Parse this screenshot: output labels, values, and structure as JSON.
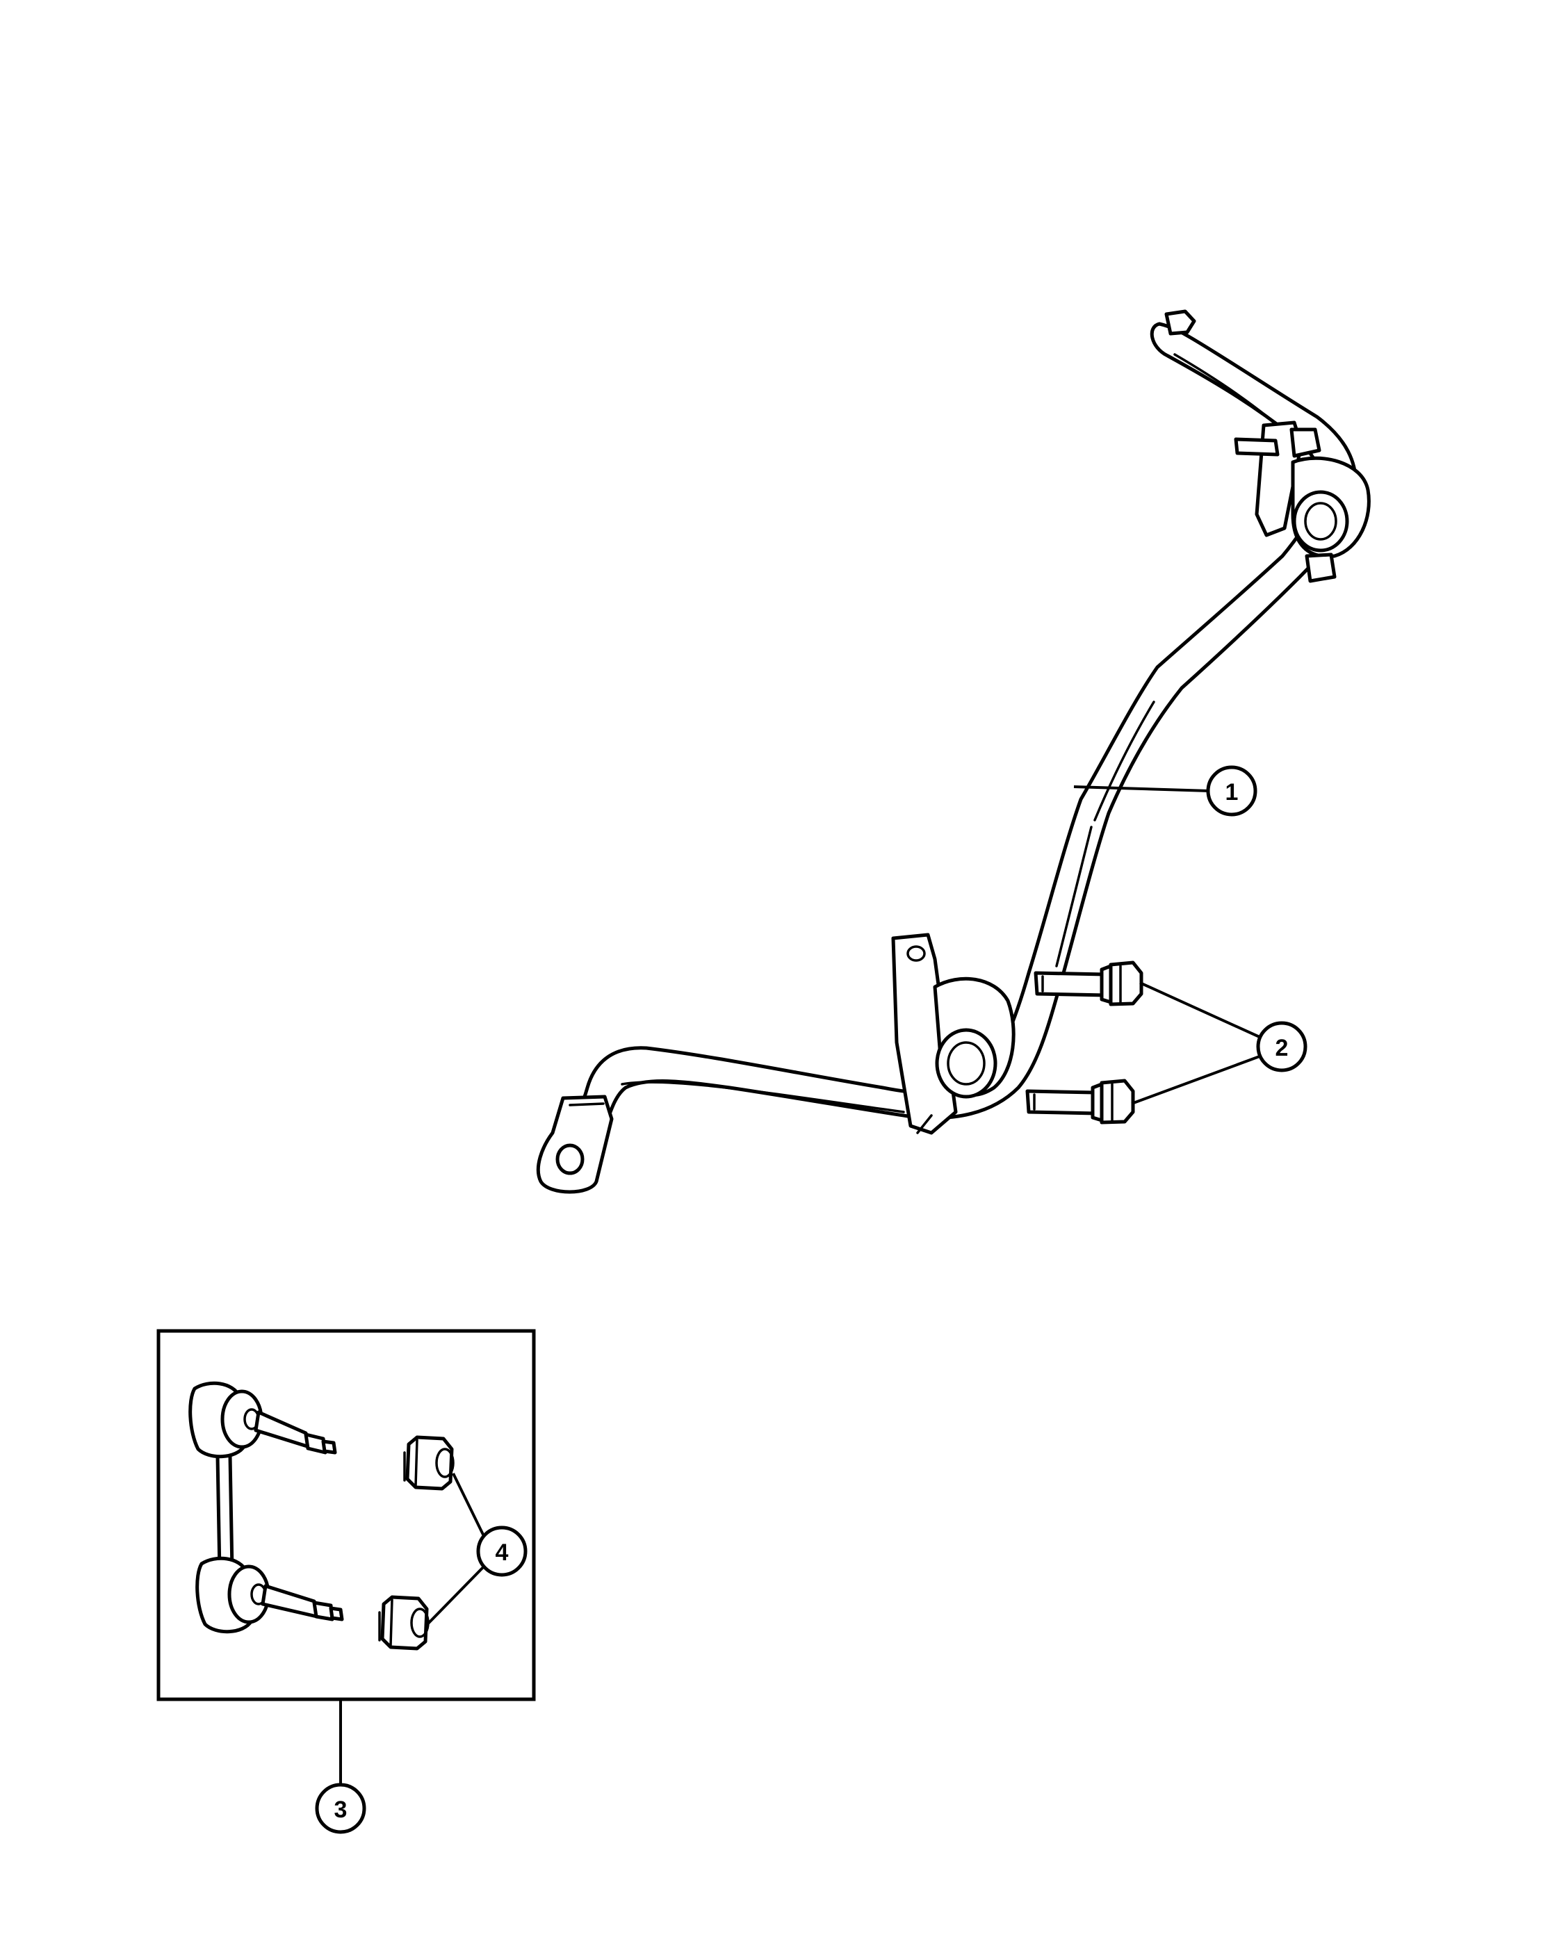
{
  "callouts": [
    {
      "id": "1",
      "label": "1",
      "part": "stabilizer-bar"
    },
    {
      "id": "2",
      "label": "2",
      "part": "bolt"
    },
    {
      "id": "3",
      "label": "3",
      "part": "link-kit"
    },
    {
      "id": "4",
      "label": "4",
      "part": "nut"
    }
  ],
  "colors": {
    "line": "#000000",
    "background": "#ffffff"
  }
}
